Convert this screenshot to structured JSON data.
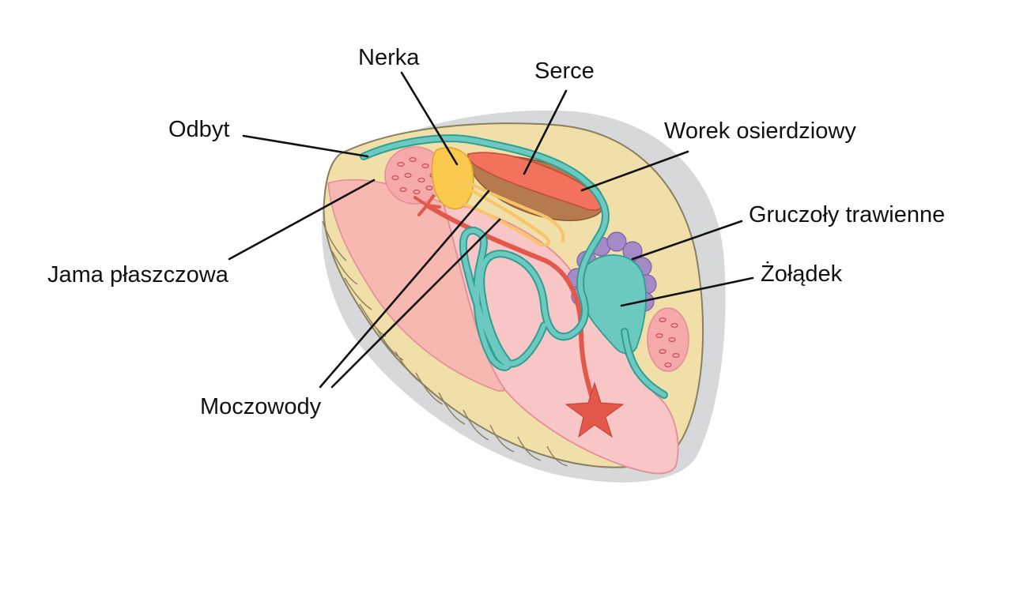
{
  "diagram": {
    "labels": {
      "nerka": "Nerka",
      "serce": "Serce",
      "odbyt": "Odbyt",
      "worek": "Worek osierdziowy",
      "gruczoly": "Gruczoły trawienne",
      "jama": "Jama płaszczowa",
      "zoladek": "Żołądek",
      "moczowody": "Moczowody"
    },
    "colors": {
      "shell_outer": "#d6d8d9",
      "shell_inner": "#f0dfa8",
      "shell_line": "#8a8060",
      "mantle": "#f6b8b0",
      "foot": "#f9c6c8",
      "foot_edge": "#e58c98",
      "kidney": "#fcc94f",
      "heart": "#f2725c",
      "pericardium": "#b57a4d",
      "intestine": "#6cc9c0",
      "intestine_edge": "#2f9e93",
      "gland": "#a48ac7",
      "gonad": "#f6a9ab",
      "vessel": "#e2584a"
    }
  }
}
